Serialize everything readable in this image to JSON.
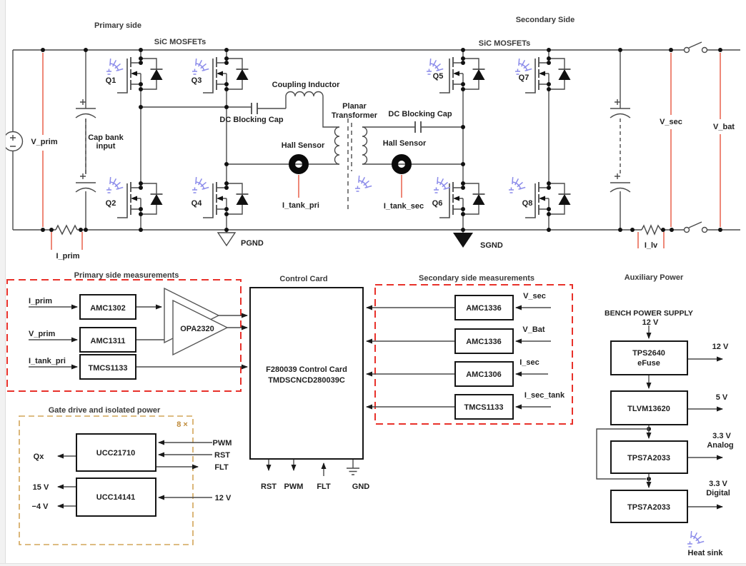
{
  "top_schematic": {
    "title_primary": "Primary side",
    "title_secondary": "Secondary Side",
    "sic_left": "SiC MOSFETs",
    "sic_right": "SiC MOSFETs",
    "v_prim": "V_prim",
    "cap_bank": [
      "Cap bank",
      "input"
    ],
    "mosfets": {
      "q1": "Q1",
      "q2": "Q2",
      "q3": "Q3",
      "q4": "Q4",
      "q5": "Q5",
      "q6": "Q6",
      "q7": "Q7",
      "q8": "Q8"
    },
    "dc_block_left": "DC Blocking Cap",
    "coupling_inductor": "Coupling Inductor",
    "planar_transformer": [
      "Planar",
      "Transformer"
    ],
    "hall_left": "Hall Sensor",
    "hall_right": "Hall Sensor",
    "i_tank_pri": "I_tank_pri",
    "i_tank_sec": "I_tank_sec",
    "dc_block_right": "DC Blocking Cap",
    "i_prim": "I_prim",
    "pgnd": "PGND",
    "sgnd": "SGND",
    "i_lv": "I_lv",
    "v_sec": "V_sec",
    "v_bat": "V_bat"
  },
  "primary_measurements": {
    "title": "Primary side measurements",
    "rows": [
      {
        "input": "I_prim",
        "chip": "AMC1302"
      },
      {
        "input": "V_prim",
        "chip": "AMC1311"
      },
      {
        "input": "I_tank_pri",
        "chip": "TMCS1133"
      }
    ],
    "amplifier": "OPA2320"
  },
  "control_card": {
    "title": "Control Card",
    "name_line1": "F280039 Control Card",
    "name_line2": "TMDSCNCD280039C",
    "pins": {
      "rst": "RST",
      "pwm": "PWM",
      "flt": "FLT",
      "gnd": "GND"
    }
  },
  "secondary_measurements": {
    "title": "Secondary side measurements",
    "rows": [
      {
        "chip": "AMC1336",
        "input": "V_sec"
      },
      {
        "chip": "AMC1336",
        "input": "V_Bat"
      },
      {
        "chip": "AMC1306",
        "input": "I_sec"
      },
      {
        "chip": "TMCS1133",
        "input": "I_sec_tank"
      }
    ]
  },
  "gate_drive": {
    "title": "Gate drive and isolated power",
    "multiplier": "8 ×",
    "driver_chip": "UCC21710",
    "qx": "Qx",
    "pwm": "PWM",
    "rst": "RST",
    "flt": "FLT",
    "iso_chip": "UCC14141",
    "v_pos": "15 V",
    "v_neg": "−4 V",
    "v_in": "12 V"
  },
  "aux_power": {
    "title": "Auxiliary Power",
    "bench_line1": "BENCH POWER SUPPLY",
    "bench_line2": "12 V",
    "efuse": [
      "TPS2640",
      "eFuse"
    ],
    "efuse_out": "12 V",
    "buck": "TLVM13620",
    "buck_out": "5 V",
    "ldo1": "TPS7A2033",
    "ldo1_out": [
      "3.3 V",
      "Analog"
    ],
    "ldo2": "TPS7A2033",
    "ldo2_out": [
      "3.3 V",
      "Digital"
    ],
    "heat_sink": "Heat sink"
  },
  "colors": {
    "wire": "#4a4a4a",
    "measure": "#ee8878",
    "dashed_red": "#e8312a",
    "dashed_tan": "#d2a558",
    "heatsink": "#8b8bea"
  }
}
